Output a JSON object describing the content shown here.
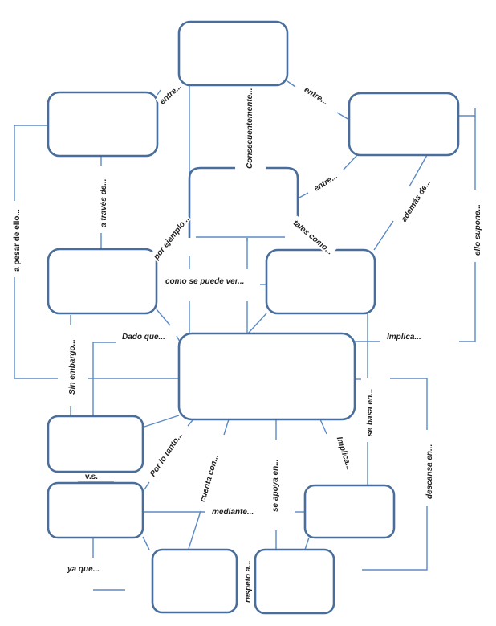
{
  "diagram": {
    "type": "concept-map",
    "colors": {
      "node_border": "#4a6e9c",
      "connector": "#5b8ac6",
      "label_text": "#1f1f1f",
      "background": "#ffffff"
    },
    "nodes": [
      {
        "id": "top",
        "text": ""
      },
      {
        "id": "upper-left",
        "text": ""
      },
      {
        "id": "upper-right",
        "text": ""
      },
      {
        "id": "middle-upper",
        "text": ""
      },
      {
        "id": "middle-left",
        "text": ""
      },
      {
        "id": "middle-right",
        "text": ""
      },
      {
        "id": "center",
        "text": ""
      },
      {
        "id": "lower-left-1",
        "text": ""
      },
      {
        "id": "lower-left-2",
        "text": ""
      },
      {
        "id": "bottom-center",
        "text": ""
      },
      {
        "id": "bottom-right",
        "text": ""
      },
      {
        "id": "lower-right",
        "text": ""
      }
    ],
    "labels": {
      "entre_1": "entre...",
      "entre_2": "entre...",
      "entre_3": "entre...",
      "consecuentemente": "Consecuentemente...",
      "a_traves_de": "a través de...",
      "a_pesar_de_ello": "a pesar de ello...",
      "por_ejemplo": "por ejemplo...",
      "tales_como": "tales como...",
      "ademas_de": "además de...",
      "ello_supone": "ello supone...",
      "como_se_puede_ver": "como se puede ver...",
      "dado_que": "Dado que...",
      "implica_1": "Implica...",
      "sin_embargo": "Sin embargo...",
      "se_basa_en": "se basa en...",
      "vs": "v.s.",
      "por_lo_tanto": "Por lo tanto...",
      "cuenta_con": "cuenta con...",
      "se_apoya_en": "se apoya en...",
      "implica_2": "Implica...",
      "descansa_en": "descansa en...",
      "mediante": "mediante...",
      "ya_que": "ya que...",
      "respeto_a": "respeto a..."
    }
  }
}
